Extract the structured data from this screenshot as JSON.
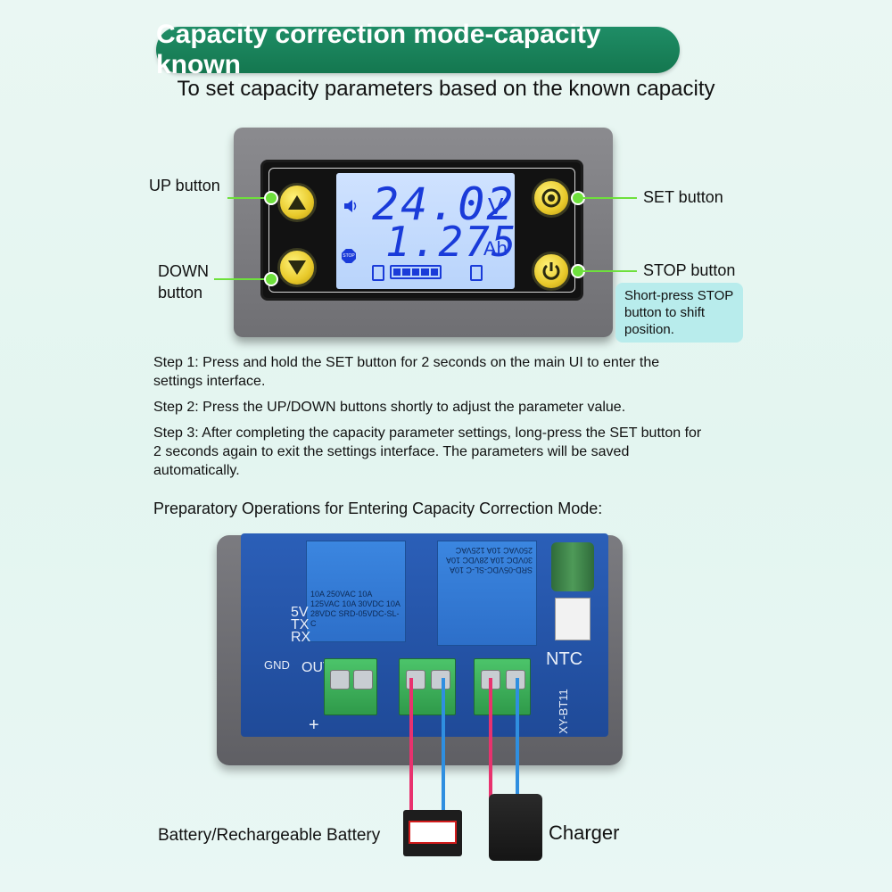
{
  "header": {
    "title": "Capacity correction mode-capacity known",
    "subtitle": "To set capacity parameters based on the known capacity"
  },
  "device": {
    "lcd": {
      "voltage": "24.02",
      "voltage_unit": "V",
      "capacity": "1.275",
      "capacity_unit": "Ah",
      "stop_indicator": "STOP"
    },
    "buttons": {
      "up_label": "UP button",
      "down_label": "DOWN button",
      "set_label": "SET button",
      "stop_label": "STOP button"
    },
    "stop_note": "Short-press STOP button to shift position."
  },
  "steps": [
    "Step 1: Press and hold the SET button for 2 seconds on the main UI to enter the settings interface.",
    "Step 2: Press the UP/DOWN buttons shortly to adjust the parameter value.",
    "Step 3: After completing the capacity parameter settings, long-press the SET button for 2 seconds again to exit the settings interface. The parameters will be saved automatically."
  ],
  "prep_heading": "Preparatory Operations for Entering Capacity Correction Mode:",
  "board": {
    "relay_left_text": "10A 250VAC 10A 125VAC 10A 30VDC 10A 28VDC SRD-05VDC-SL-C",
    "relay_right_text": "SRD-05VDC-SL-C 10A 30VDC 10A 28VDC 10A 250VAC 10A 125VAC",
    "label_5v": "5V",
    "label_tx": "TX",
    "label_rx": "RX",
    "label_gnd": "GND",
    "label_out": "OUT",
    "label_ntc": "NTC",
    "label_model": "XY-BT11",
    "label_plus": "+"
  },
  "bottom": {
    "battery_label": "Battery/Rechargeable Battery",
    "charger_label": "Charger"
  },
  "colors": {
    "title_bg": "#14774f",
    "callout": "#6ee03c",
    "lcd_text": "#1a3bd9",
    "note_bg": "#b8ecec",
    "wire_red": "#e8326e",
    "wire_blue": "#2f8fe0"
  }
}
